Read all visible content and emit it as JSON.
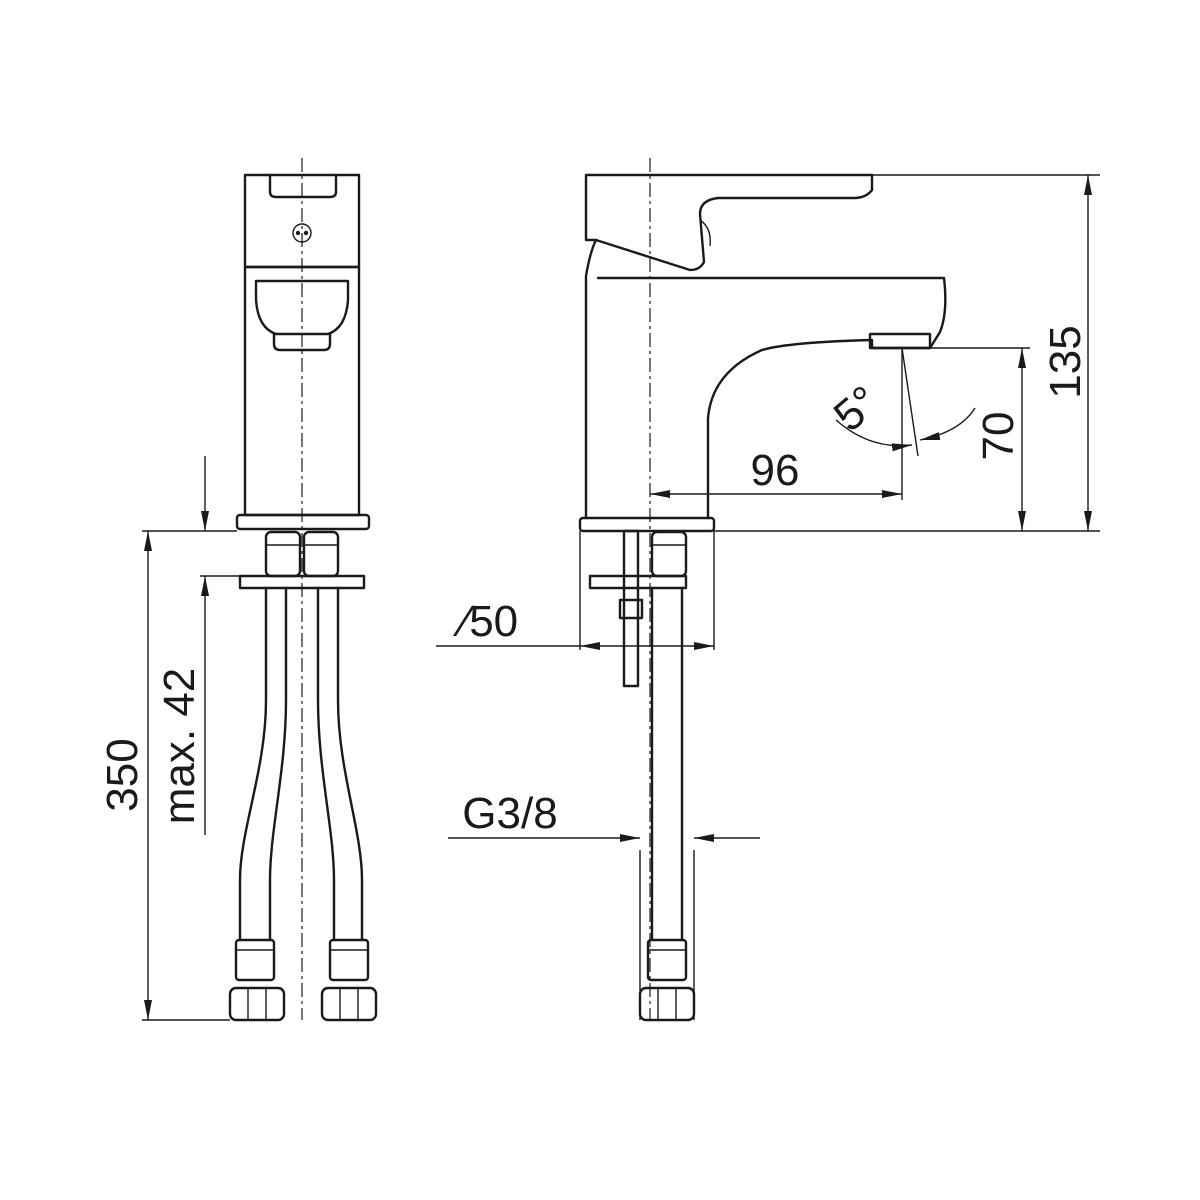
{
  "dimensions": {
    "total_height": "135",
    "spout_height": "70",
    "spout_reach": "96",
    "base_diameter": "∕50",
    "hose_length": "350",
    "max_deck_thickness": "max. 42",
    "spout_angle": "5°",
    "connection_thread": "G3/8"
  }
}
